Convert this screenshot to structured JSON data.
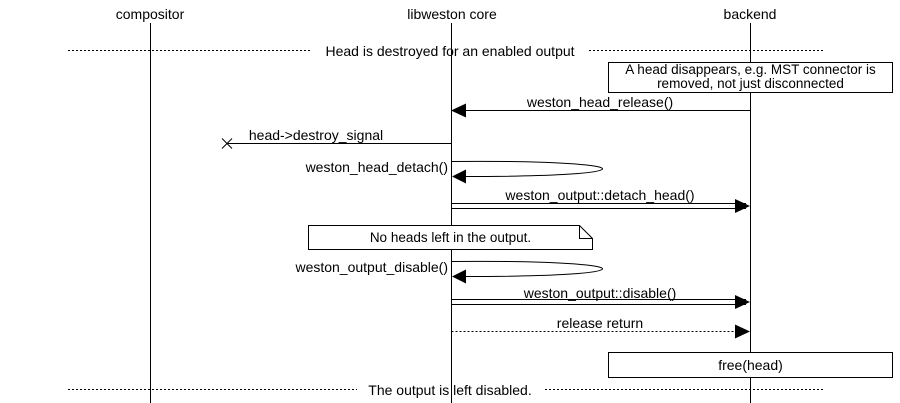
{
  "participants": [
    {
      "label": "compositor"
    },
    {
      "label": "libweston core"
    },
    {
      "label": "backend"
    }
  ],
  "dividers": [
    {
      "label": "Head is destroyed for an enabled output"
    },
    {
      "label": "The output is left disabled."
    }
  ],
  "notes": [
    {
      "line1": "A head disappears, e.g. MST connector is",
      "line2": "removed, not just disconnected"
    },
    {
      "text": "No heads left in the output."
    }
  ],
  "boxes": [
    {
      "label": "free(head)"
    }
  ],
  "messages": [
    {
      "label": "weston_head_release()",
      "from": "backend",
      "to": "libweston core",
      "type": "call"
    },
    {
      "label": "head->destroy_signal",
      "from": "libweston core",
      "to": "lost",
      "type": "lost-message"
    },
    {
      "label": "weston_head_detach()",
      "from": "libweston core",
      "to": "libweston core",
      "type": "self-call"
    },
    {
      "label": "weston_output::detach_head()",
      "from": "libweston core",
      "to": "backend",
      "type": "method"
    },
    {
      "label": "weston_output_disable()",
      "from": "libweston core",
      "to": "libweston core",
      "type": "self-call"
    },
    {
      "label": "weston_output::disable()",
      "from": "libweston core",
      "to": "backend",
      "type": "method"
    },
    {
      "label": "release return",
      "from": "libweston core",
      "to": "backend",
      "type": "return"
    }
  ],
  "colors": {
    "background": "#ffffff",
    "line": "#000000",
    "text": "#000000"
  }
}
